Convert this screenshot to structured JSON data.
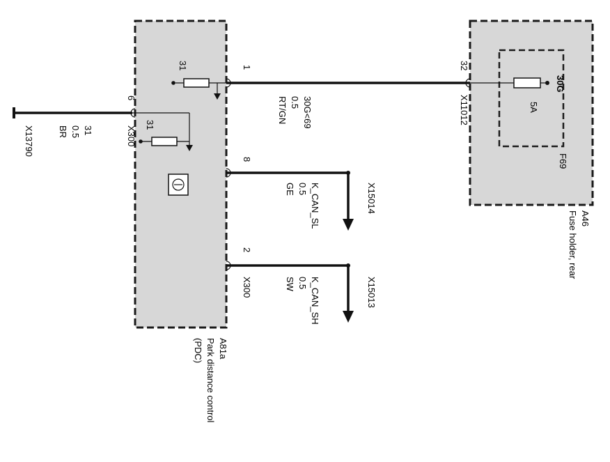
{
  "modules": {
    "pdc": {
      "id": "A81a",
      "name": "Park distance control",
      "abbr": "(PDC)",
      "connector_left": "X300",
      "connector_bottom": "X300"
    },
    "fuse_holder": {
      "id": "A46",
      "name": "Fuse holder, rear",
      "fuse_id": "F69",
      "fuse_rating": "5A",
      "fuse_terminal": "30G"
    }
  },
  "ground": {
    "connector": "X13790",
    "pin": "6",
    "signal": "31",
    "size": "0.5",
    "color": "BR"
  },
  "internal_grounds": {
    "upper": "31",
    "lower": "31"
  },
  "wires": [
    {
      "pin": "1",
      "signal": "30G<69",
      "size": "0.5",
      "color": "RT/GN",
      "dest_pin": "32",
      "dest_connector": "X11012"
    },
    {
      "pin": "8",
      "signal": "K_CAN_SL",
      "size": "0.5",
      "color": "GE",
      "dest_connector": "X15014"
    },
    {
      "pin": "2",
      "signal": "K_CAN_SH",
      "size": "0.5",
      "color": "SW",
      "dest_connector": "X15013"
    }
  ]
}
